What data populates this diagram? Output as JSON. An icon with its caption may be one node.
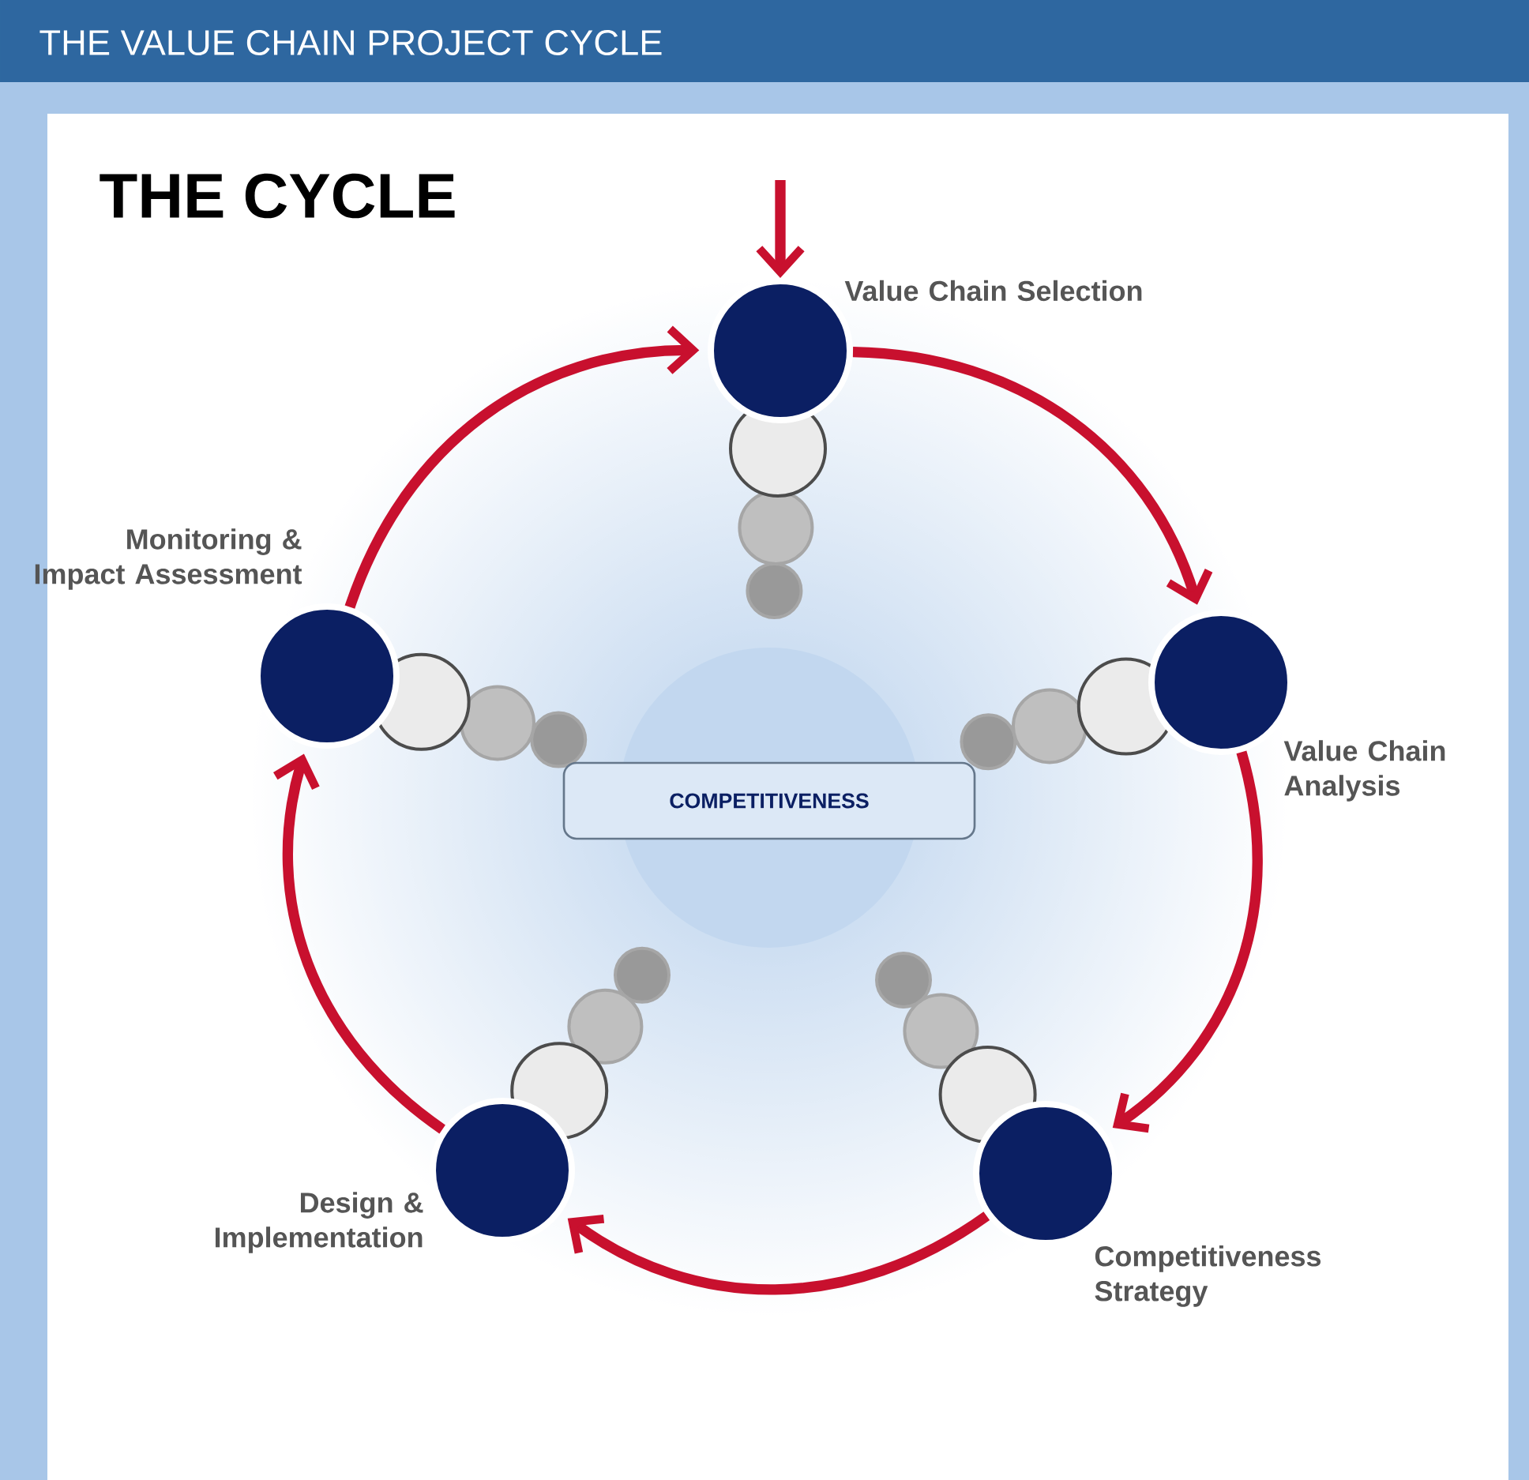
{
  "diagram": {
    "title": "THE VALUE CHAIN PROJECT CYCLE",
    "nodes": [
      {
        "text": [
          "Value Chain Selection"
        ]
      },
      {
        "text": [
          "Value Chain Analysis"
        ]
      },
      {
        "text": [
          "Competitiveness Strategy"
        ]
      },
      {
        "text": [
          "Design & Implementation"
        ]
      },
      {
        "text": [
          "Monitoring & Impact Assessment"
        ]
      },
      {
        "text": [
          "COMPETITIVENESS"
        ]
      }
    ],
    "edges": [
      {
        "from": null,
        "to": 0,
        "arrow": "to"
      },
      {
        "from": 0,
        "to": 1,
        "arrow": "to"
      },
      {
        "from": 1,
        "to": 2,
        "arrow": "to"
      },
      {
        "from": 2,
        "to": 3,
        "arrow": "to"
      },
      {
        "from": 3,
        "to": 4,
        "arrow": "to"
      },
      {
        "from": 4,
        "to": 0,
        "arrow": "to"
      }
    ],
    "labels": [
      "THE CYCLE"
    ]
  }
}
